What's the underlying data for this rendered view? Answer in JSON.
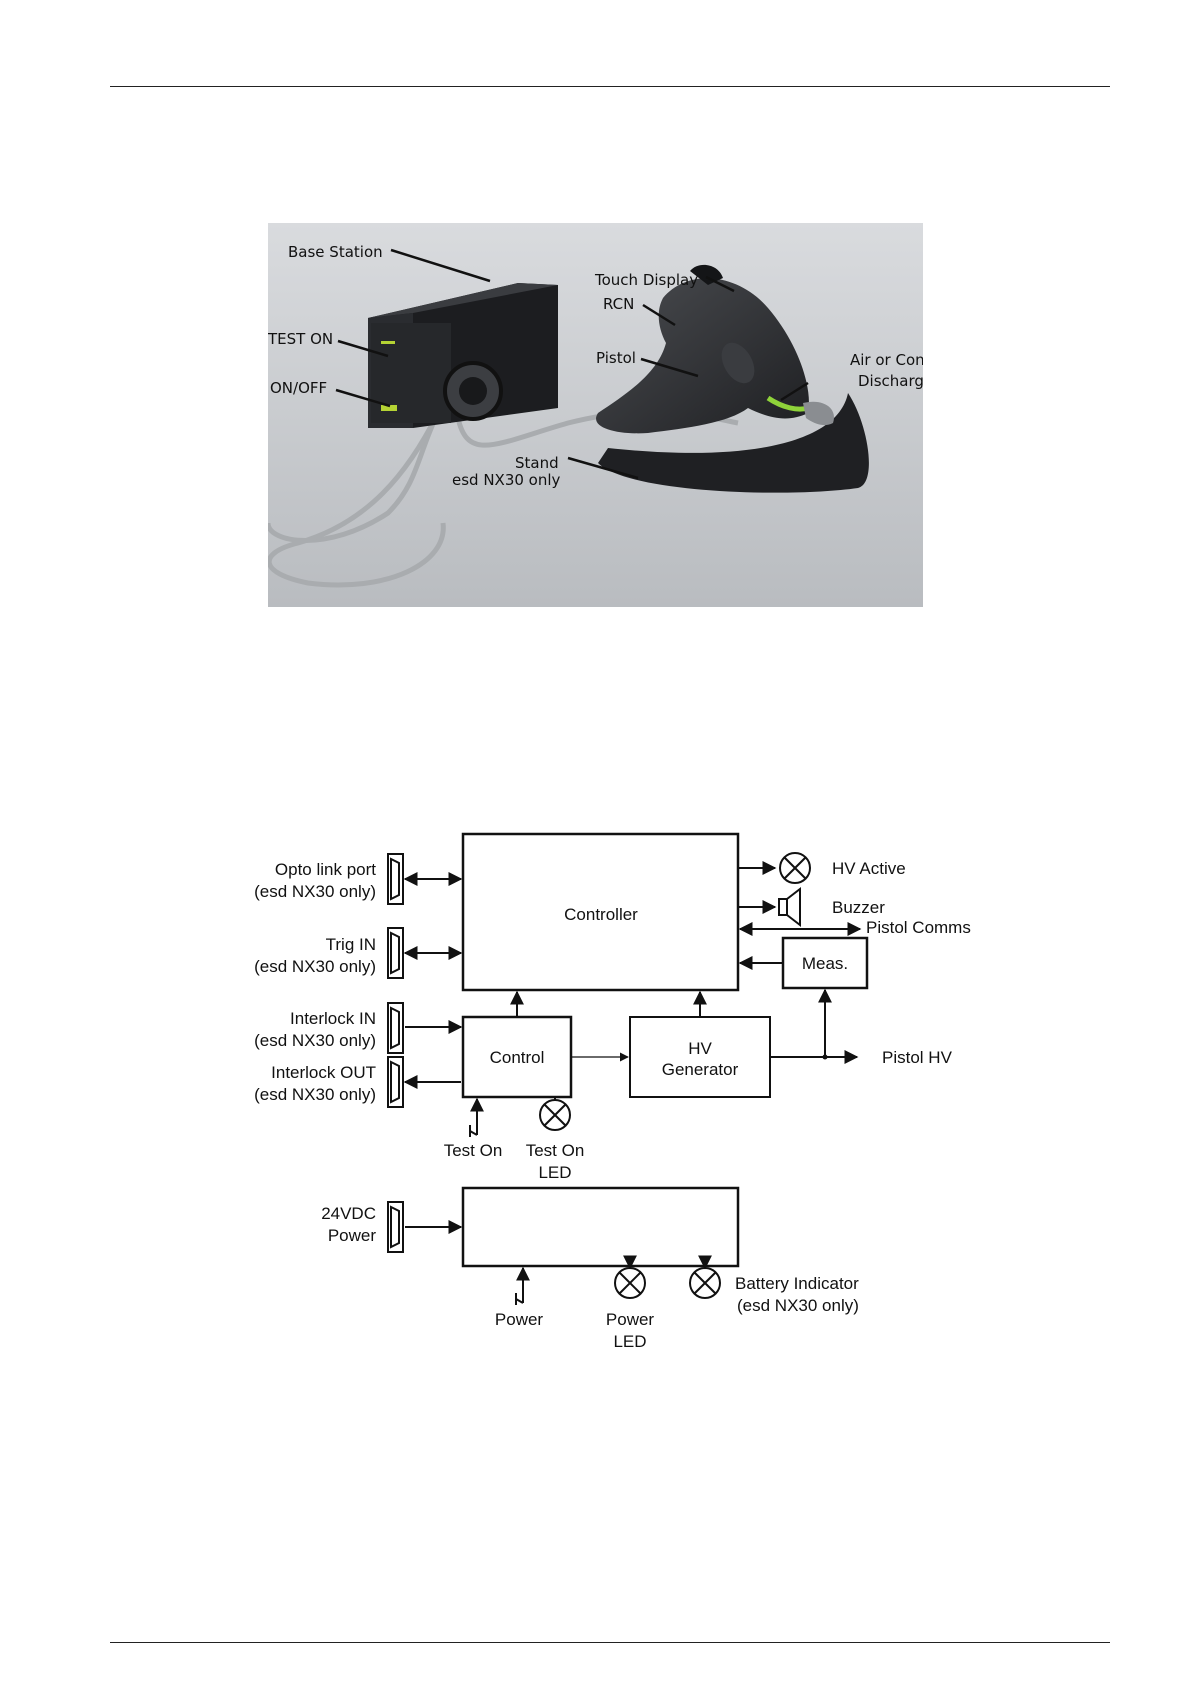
{
  "photo": {
    "labels": {
      "base_station": "Base Station",
      "test_on": "TEST ON",
      "on_off": "ON/OFF",
      "touch_display": "Touch Display",
      "rcn": "RCN",
      "pistol": "Pistol",
      "tip_line1": "Air or Contact",
      "tip_line2": "DischargeTip",
      "stand_line1": "Stand",
      "stand_line2": "esd NX30 only"
    },
    "colors": {
      "background": "#c9ccd0",
      "device": "#2b2d30",
      "accent": "#b5d334"
    }
  },
  "diagram": {
    "controller": "Controller",
    "control": "Control",
    "hv_gen_line1": "HV",
    "hv_gen_line2": "Generator",
    "meas": "Meas.",
    "opto_line1": "Opto link port",
    "opto_line2": "(esd NX30 only)",
    "trig_line1": "Trig IN",
    "trig_line2": "(esd NX30 only)",
    "interlock_in_line1": "Interlock IN",
    "interlock_in_line2": "(esd NX30 only)",
    "interlock_out_line1": "Interlock OUT",
    "interlock_out_line2": "(esd NX30 only)",
    "hv_active": "HV Active",
    "buzzer": "Buzzer",
    "pistol_comms": "Pistol Comms",
    "pistol_hv": "Pistol HV",
    "test_on": "Test On",
    "test_on_led_line1": "Test On",
    "test_on_led_line2": "LED",
    "power24_line1": "24VDC",
    "power24_line2": "Power",
    "power": "Power",
    "power_led_line1": "Power",
    "power_led_line2": "LED",
    "battery_line1": "Battery Indicator",
    "battery_line2": "(esd NX30 only)"
  }
}
